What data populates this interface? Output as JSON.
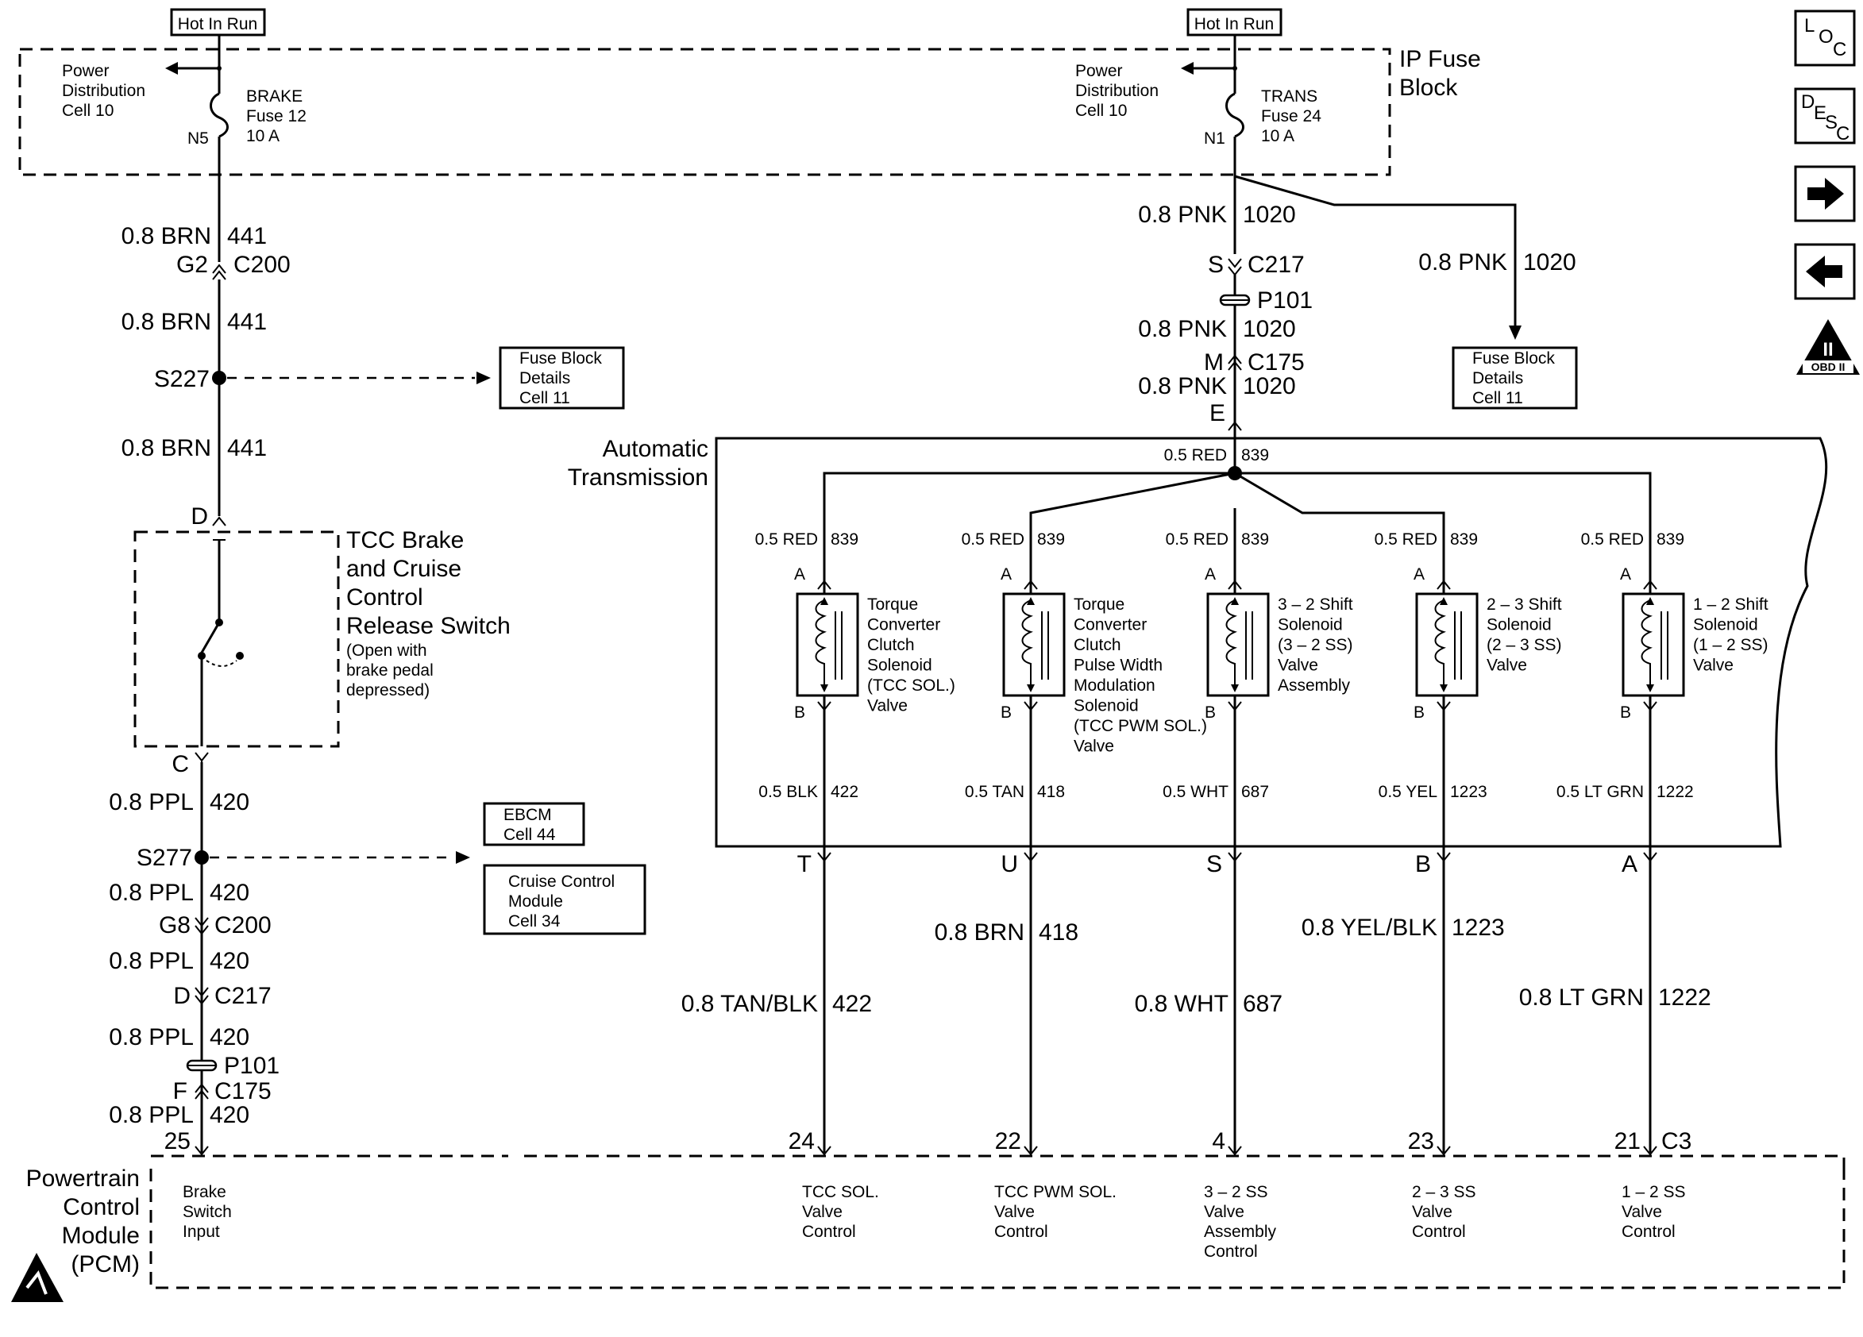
{
  "left_circuit": {
    "hot_label": "Hot In Run",
    "power_dist": [
      "Power",
      "Distribution",
      "Cell 10"
    ],
    "fuse": [
      "BRAKE",
      "Fuse 12",
      "10 A"
    ],
    "fuse_pin": "N5",
    "wire_441": "0.8 BRN",
    "circuit_441": "441",
    "g2": "G2",
    "c200": "C200",
    "s227": "S227",
    "fuse_block_ref": [
      "Fuse Block",
      "Details",
      "Cell 11"
    ],
    "pin_d": "D",
    "switch_name": [
      "TCC Brake",
      "and Cruise",
      "Control",
      "Release Switch"
    ],
    "switch_note": [
      "(Open with",
      "brake pedal",
      "depressed)"
    ],
    "pin_c": "C",
    "wire_420": "0.8 PPL",
    "circuit_420": "420",
    "s277": "S277",
    "ebcm_ref": [
      "EBCM",
      "Cell 44"
    ],
    "cruise_ref": [
      "Cruise Control",
      "Module",
      "Cell 34"
    ],
    "g8": "G8",
    "c217_d": "D",
    "c217": "C217",
    "p101": "P101",
    "c175_f": "F",
    "c175": "C175",
    "pin_25": "25"
  },
  "right_circuit": {
    "hot_label": "Hot In Run",
    "power_dist": [
      "Power",
      "Distribution",
      "Cell 10"
    ],
    "fuse": [
      "TRANS",
      "Fuse 24",
      "10 A"
    ],
    "fuse_pin": "N1",
    "ip_fuse_block": [
      "IP Fuse",
      "Block"
    ],
    "wire_1020": "0.8 PNK",
    "circuit_1020": "1020",
    "s_pin": "S",
    "c217": "C217",
    "p101": "P101",
    "m_pin": "M",
    "c175": "C175",
    "e_pin": "E",
    "fuse_block_ref": [
      "Fuse Block",
      "Details",
      "Cell 11"
    ],
    "trans_label": [
      "Automatic",
      "Transmission"
    ],
    "bus_wire": "0.5 RED",
    "bus_circuit": "839"
  },
  "solenoids": [
    {
      "feed": "0.5 RED",
      "feed_c": "839",
      "name": [
        "Torque",
        "Converter",
        "Clutch",
        "Solenoid",
        "(TCC SOL.)",
        "Valve"
      ],
      "out": "0.5 BLK",
      "out_c": "422",
      "conn": "T",
      "pcm_wire": "0.8 TAN/BLK",
      "pcm_c": "422",
      "pcm_pin": "24",
      "pcm_func": [
        "TCC SOL.",
        "Valve",
        "Control"
      ]
    },
    {
      "feed": "0.5 RED",
      "feed_c": "839",
      "name": [
        "Torque",
        "Converter",
        "Clutch",
        "Pulse Width",
        "Modulation",
        "Solenoid",
        "(TCC PWM SOL.)",
        "Valve"
      ],
      "out": "0.5 TAN",
      "out_c": "418",
      "conn": "U",
      "pcm_wire": "0.8 BRN",
      "pcm_c": "418",
      "pcm_pin": "22",
      "pcm_func": [
        "TCC PWM SOL.",
        "Valve",
        "Control"
      ]
    },
    {
      "feed": "0.5 RED",
      "feed_c": "839",
      "name": [
        "3 – 2 Shift",
        "Solenoid",
        "(3 – 2 SS)",
        "Valve",
        "Assembly"
      ],
      "out": "0.5 WHT",
      "out_c": "687",
      "conn": "S",
      "pcm_wire": "0.8 WHT",
      "pcm_c": "687",
      "pcm_pin": "4",
      "pcm_func": [
        "3 – 2 SS",
        "Valve",
        "Assembly",
        "Control"
      ]
    },
    {
      "feed": "0.5 RED",
      "feed_c": "839",
      "name": [
        "2 – 3 Shift",
        "Solenoid",
        "(2 – 3 SS)",
        "Valve"
      ],
      "out": "0.5 YEL",
      "out_c": "1223",
      "conn": "B",
      "pcm_wire": "0.8 YEL/BLK",
      "pcm_c": "1223",
      "pcm_pin": "23",
      "pcm_func": [
        "2 – 3 SS",
        "Valve",
        "Control"
      ]
    },
    {
      "feed": "0.5 RED",
      "feed_c": "839",
      "name": [
        "1 – 2 Shift",
        "Solenoid",
        "(1 – 2 SS)",
        "Valve"
      ],
      "out": "0.5 LT GRN",
      "out_c": "1222",
      "conn": "A",
      "pcm_wire": "0.8 LT GRN",
      "pcm_c": "1222",
      "pcm_pin": "21",
      "pcm_func": [
        "1 – 2 SS",
        "Valve",
        "Control"
      ]
    }
  ],
  "pin_a": "A",
  "pin_b": "B",
  "pcm": {
    "name": [
      "Powertrain",
      "Control",
      "Module",
      "(PCM)"
    ],
    "brake_input": [
      "Brake",
      "Switch",
      "Input"
    ],
    "connector": "C3"
  },
  "nav": {
    "loc": [
      "L",
      "O",
      "C"
    ],
    "desc": [
      "D",
      "E",
      "S",
      "C"
    ],
    "obd_badge": "II",
    "obd_label": "OBD II"
  }
}
